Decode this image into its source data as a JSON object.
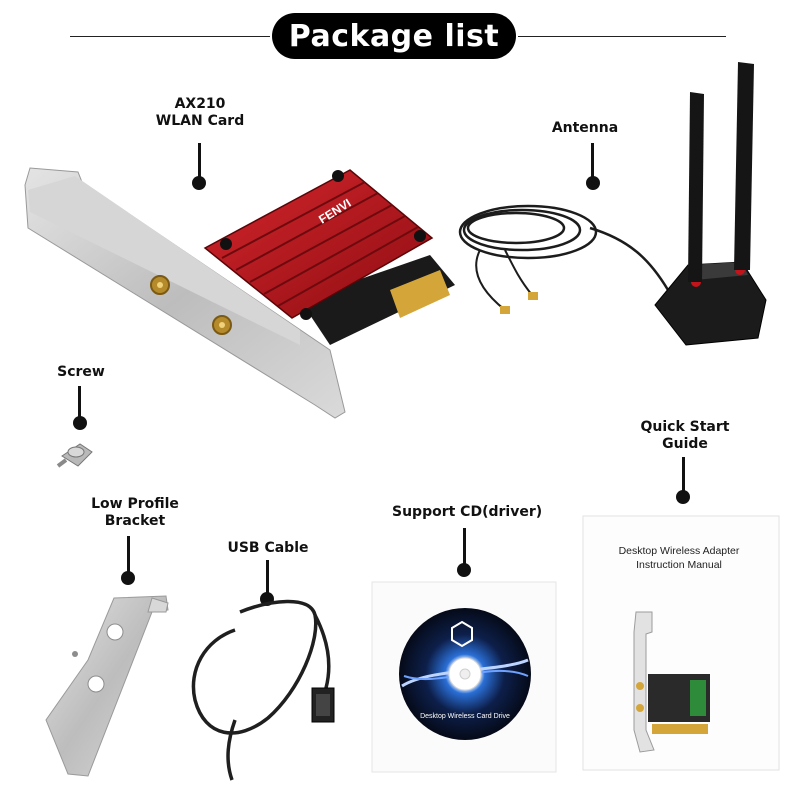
{
  "title": "Package list",
  "labels": {
    "wlan_card": [
      "AX210",
      "WLAN Card"
    ],
    "antenna": "Antenna",
    "screw": "Screw",
    "quick_start_guide": [
      "Quick Start",
      "Guide"
    ],
    "low_profile_bracket": [
      "Low Profile",
      "Bracket"
    ],
    "usb_cable": "USB Cable",
    "support_cd": "Support CD(driver)"
  },
  "card_brand": "FENVI",
  "manual_title": [
    "Desktop Wireless Adapter",
    "Instruction Manual"
  ],
  "cd_disc_text": "Desktop Wireless Card Drive",
  "colors": {
    "heatsink_red": "#b3141a",
    "pcb_black": "#1a1a1a",
    "gold": "#d4a63a",
    "bracket_silver": "#c9c9c9"
  }
}
